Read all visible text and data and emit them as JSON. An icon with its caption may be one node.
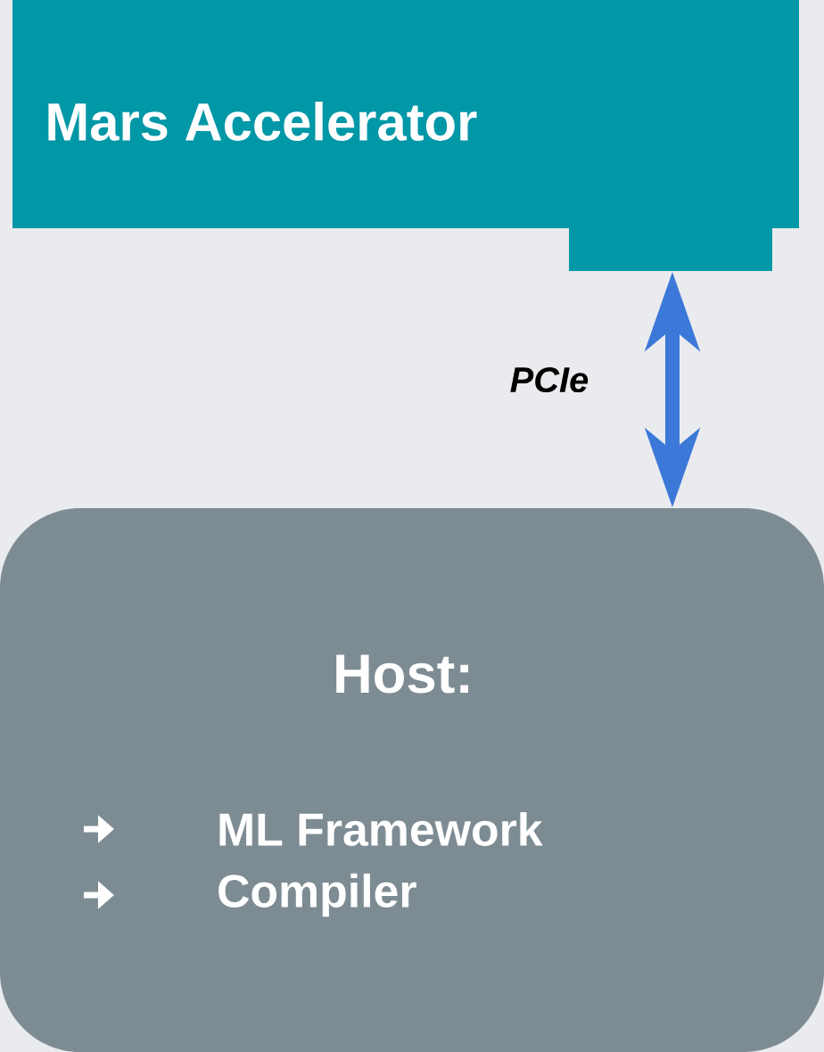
{
  "diagram": {
    "nodes": [
      {
        "text": [
          "Mars Accelerator"
        ]
      },
      {
        "text": [
          "Host:",
          "ML Framework",
          "Compiler"
        ]
      }
    ],
    "edges": [
      {
        "from": 0,
        "to": 1,
        "arrow": "both",
        "label": "PCIe"
      }
    ]
  }
}
